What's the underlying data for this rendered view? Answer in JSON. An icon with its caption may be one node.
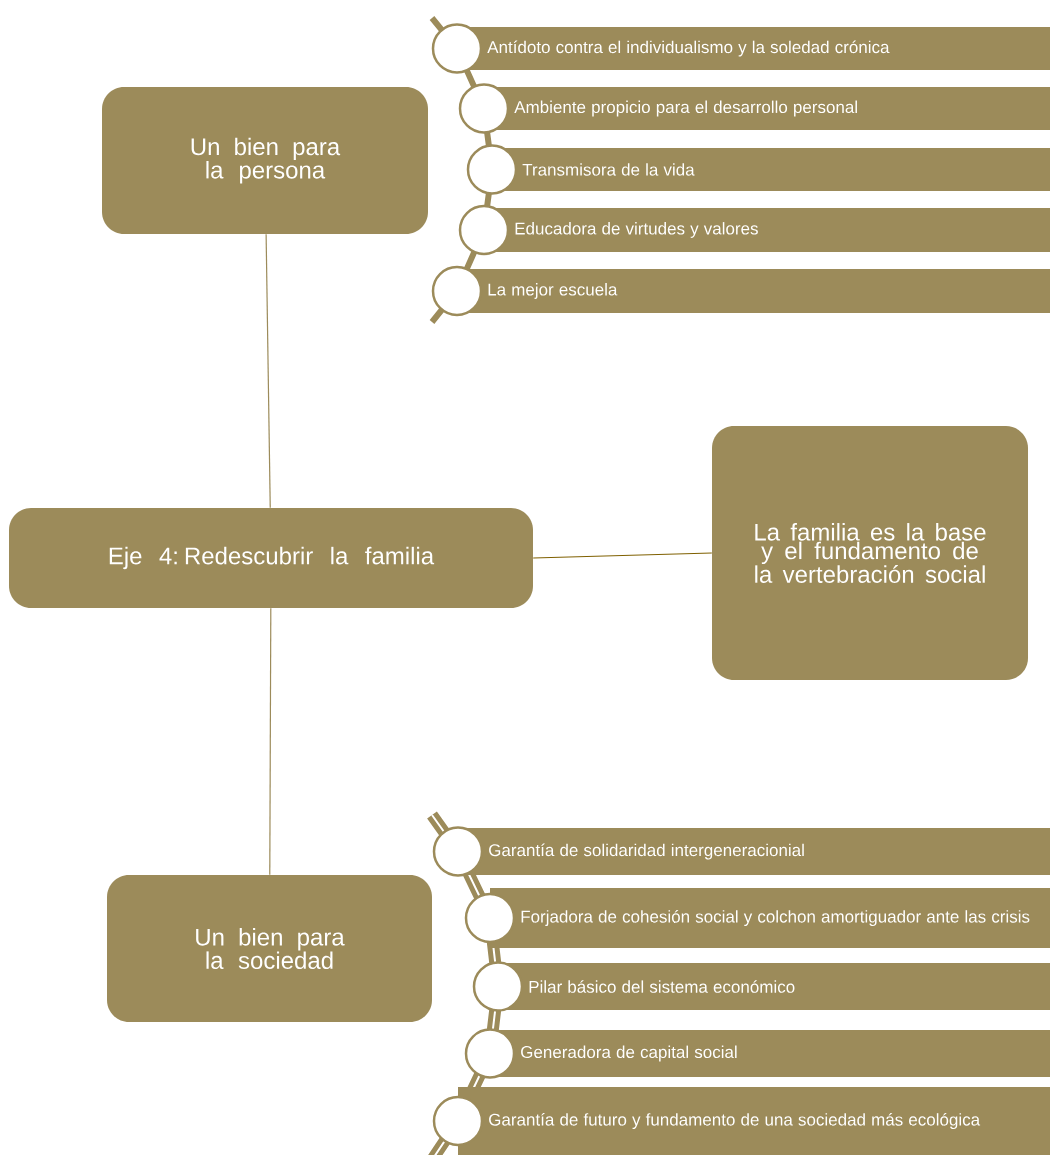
{
  "diagram": {
    "nodes": [
      {
        "text": [
          "Un bien para la persona"
        ]
      },
      {
        "text": [
          "Antídoto contra el individualismo y la soledad crónica"
        ]
      },
      {
        "text": [
          "Ambiente propicio para el desarrollo personal"
        ]
      },
      {
        "text": [
          "Transmisora de la vida"
        ]
      },
      {
        "text": [
          "Educadora de  virtudes y valores"
        ]
      },
      {
        "text": [
          "La mejor escuela"
        ]
      },
      {
        "text": [
          "Eje 4: Redescubrir la familia"
        ]
      },
      {
        "text": [
          "La familia es la base y el fundamento de la vertebración social"
        ]
      },
      {
        "text": [
          "Un bien para la sociedad"
        ]
      },
      {
        "text": [
          "Garantía de solidaridad intergeneracionial"
        ]
      },
      {
        "text": [
          "Forjadora de cohesión social y colchon amortiguador ante las crisis"
        ]
      },
      {
        "text": [
          "Pilar básico del sistema económico"
        ]
      },
      {
        "text": [
          "Generadora de capital social"
        ]
      },
      {
        "text": [
          "Garantía de futuro y fundamento de una sociedad más ecológica"
        ]
      }
    ],
    "edges": [
      {
        "from": 0,
        "to": 6,
        "arrow": "none"
      },
      {
        "from": 6,
        "to": 8,
        "arrow": "none"
      },
      {
        "from": 6,
        "to": 7,
        "arrow": "none",
        "color": "#7f6000"
      }
    ]
  }
}
